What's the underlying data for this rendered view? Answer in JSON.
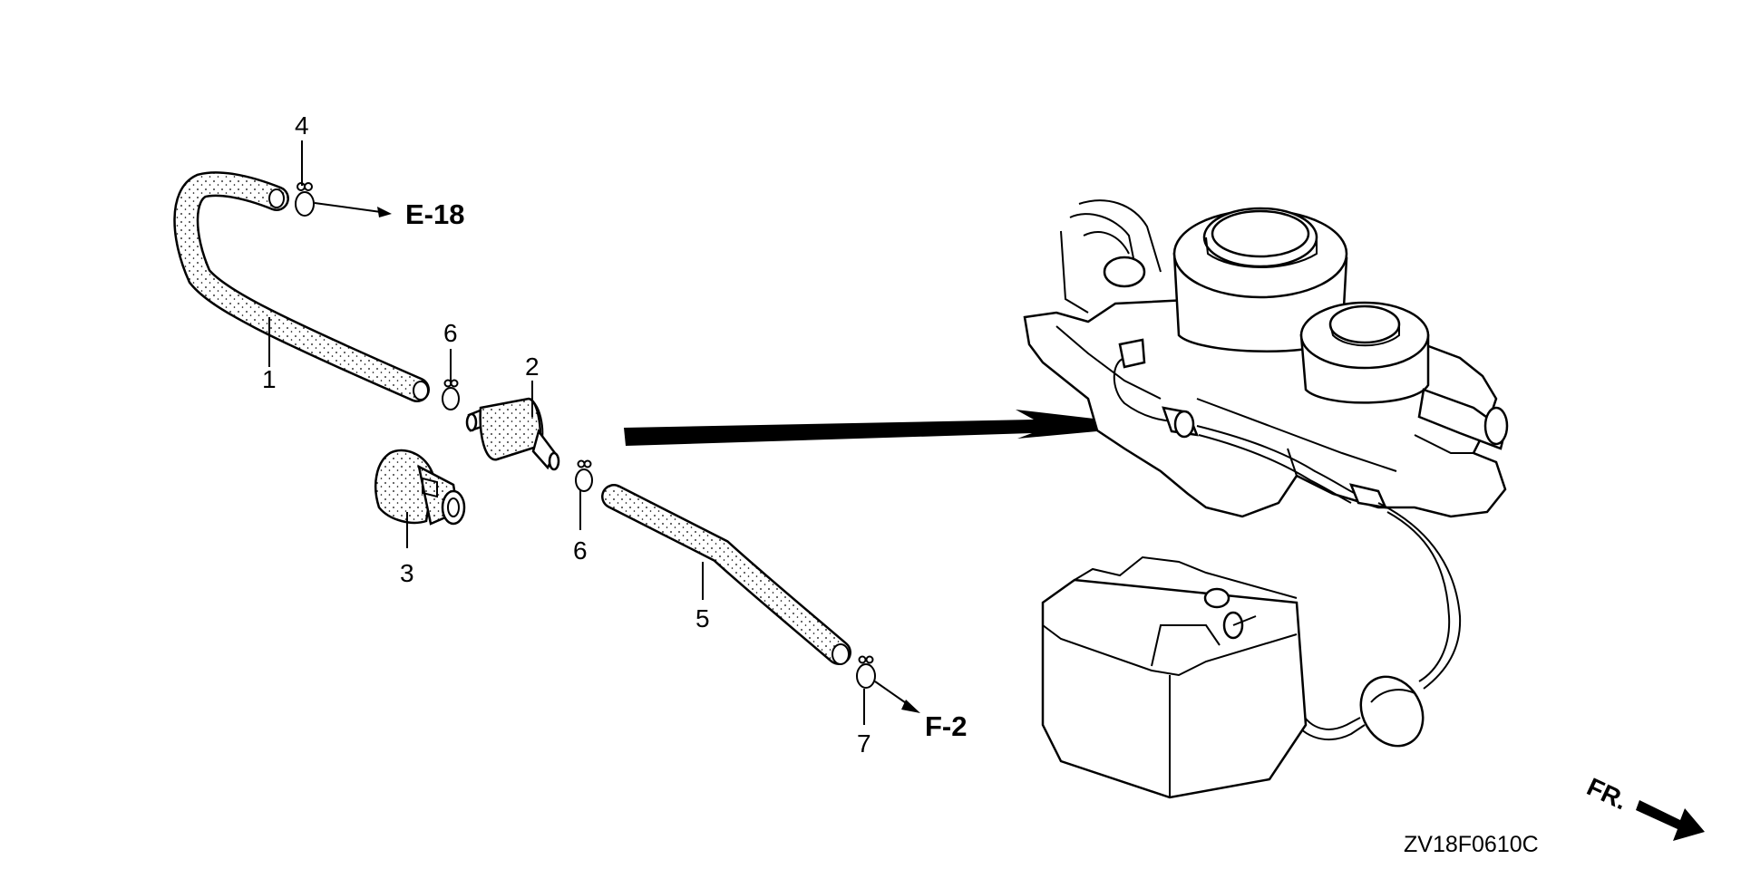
{
  "diagram": {
    "part_numbers": {
      "p1": "1",
      "p2": "2",
      "p3": "3",
      "p4": "4",
      "p5": "5",
      "p6a": "6",
      "p6b": "6",
      "p7": "7"
    },
    "references": {
      "e18": "E-18",
      "f2": "F-2"
    },
    "front_label": "FR.",
    "diagram_code": "ZV18F0610C"
  }
}
